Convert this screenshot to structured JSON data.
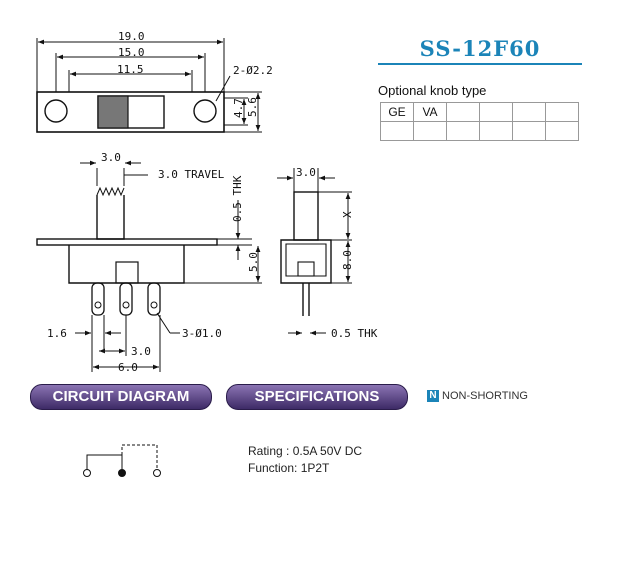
{
  "model": "SS-12F60",
  "knob": {
    "caption": "Optional knob type",
    "cells": [
      [
        "GE",
        "VA",
        "",
        "",
        "",
        ""
      ],
      [
        "",
        "",
        "",
        "",
        "",
        ""
      ]
    ]
  },
  "dims": {
    "d190": "19.0",
    "d150": "15.0",
    "d115": "11.5",
    "hole": "2-Ø2.2",
    "h47": "4.7",
    "h56": "5.6",
    "s30": "3.0",
    "travel": "3.0 TRAVEL",
    "thk05": "0.5 THK",
    "h50": "5.0",
    "p16": "1.6",
    "p30": "3.0",
    "pins": "3-Ø1.0",
    "p60": "6.0",
    "side30": "3.0",
    "sx": "X",
    "s80": "8.0",
    "sthk": "0.5 THK"
  },
  "headings": {
    "circuit": "CIRCUIT DIAGRAM",
    "specs": "SPECIFICATIONS"
  },
  "non_shorting": {
    "icon": "N",
    "label": "NON-SHORTING"
  },
  "specs": {
    "rating": "Rating : 0.5A 50V DC",
    "function": "Function: 1P2T"
  }
}
